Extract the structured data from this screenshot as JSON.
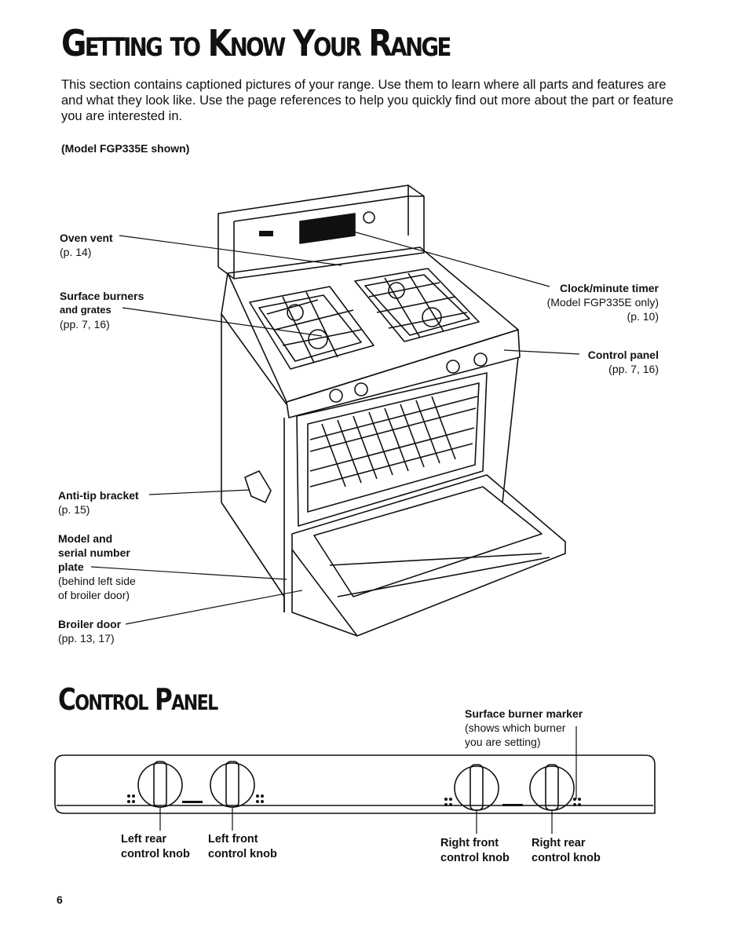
{
  "header": {
    "title": "Getting to Know Your Range",
    "intro": "This section contains captioned pictures of your range. Use them to learn where all parts and features are and what they look like. Use the page references to help you quickly find out more about the part or feature you are interested in.",
    "model_note": "(Model FGP335E shown)"
  },
  "callouts": {
    "oven_vent": {
      "name": "Oven vent",
      "page": "(p. 14)"
    },
    "surface_burners": {
      "name": "Surface burners",
      "name2": "and grates",
      "page": "(pp. 7, 16)"
    },
    "anti_tip": {
      "name": "Anti-tip bracket",
      "page": "(p. 15)"
    },
    "model_plate": {
      "name": "Model and",
      "name2": "serial number",
      "name3": "plate",
      "note1": "(behind left side",
      "note2": "of broiler door)"
    },
    "broiler_door": {
      "name": "Broiler door",
      "page": "(pp. 13, 17)"
    },
    "clock_timer": {
      "name": "Clock/minute timer",
      "note": "(Model FGP335E only)",
      "page": "(p. 10)"
    },
    "control_panel": {
      "name": "Control panel",
      "page": "(pp. 7, 16)"
    }
  },
  "control_panel_section": {
    "title": "Control Panel",
    "marker": {
      "name": "Surface burner marker",
      "note1": "(shows which burner",
      "note2": "you are setting)"
    },
    "knobs": [
      {
        "line1": "Left rear",
        "line2": "control knob"
      },
      {
        "line1": "Left front",
        "line2": "control knob"
      },
      {
        "line1": "Right front",
        "line2": "control knob"
      },
      {
        "line1": "Right rear",
        "line2": "control knob"
      }
    ]
  },
  "footer": {
    "page_number": "6"
  }
}
